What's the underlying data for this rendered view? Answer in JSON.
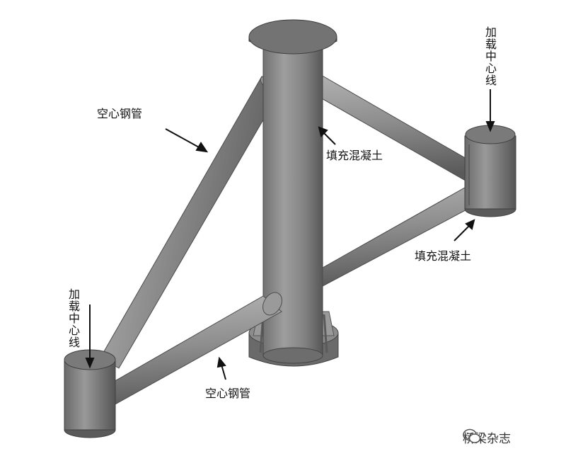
{
  "diagram": {
    "labels": {
      "hollow_tube_upper": "空心钢管",
      "hollow_tube_lower": "空心钢管",
      "concrete_fill_center": "填充混凝土",
      "concrete_fill_right": "填充混凝土",
      "load_center_line_left": "加载中心线",
      "load_center_line_right": "加载中心线"
    },
    "watermark": {
      "text": "桥梁杂志",
      "icon": "wechat-icon"
    }
  },
  "colors": {
    "steel_light": "#a9a9a9",
    "steel_mid": "#8e8e8e",
    "steel_dark": "#5f5f5f",
    "cap_top": "#737373",
    "arrow": "#111111"
  }
}
